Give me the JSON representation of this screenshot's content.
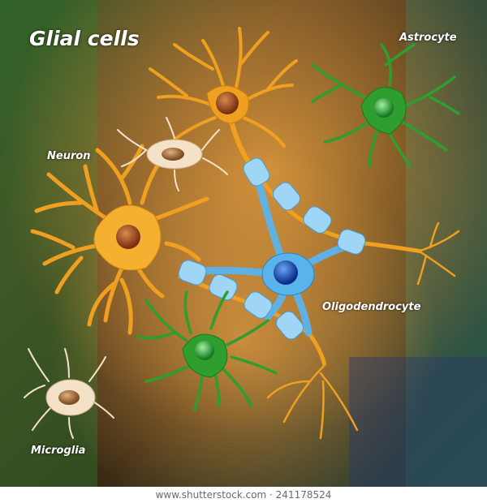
{
  "title": "Glial cells",
  "labels": {
    "astrocyte": "Astrocyte",
    "neuron": "Neuron",
    "oligodendrocyte": "Oligodendrocyte",
    "microglia": "Microglia"
  },
  "footer": "www.shutterstock.com · 241178524",
  "colors": {
    "neuron": "#f0a020",
    "astrocyte": "#2e9e2e",
    "oligodendrocyte": "#5ab4ec",
    "microglia": "#f4e2c8",
    "myelin": "#9fd6f6"
  }
}
